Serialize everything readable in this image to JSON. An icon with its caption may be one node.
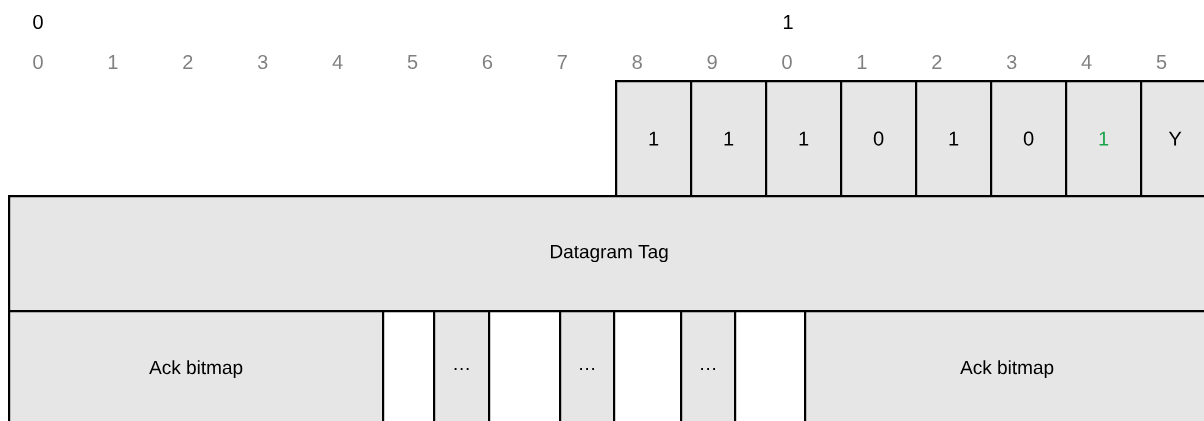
{
  "diagram": {
    "nodes": [
      {
        "text": [
          "1"
        ]
      },
      {
        "text": [
          "1"
        ]
      },
      {
        "text": [
          "1"
        ]
      },
      {
        "text": [
          "0"
        ]
      },
      {
        "text": [
          "1"
        ]
      },
      {
        "text": [
          "0"
        ]
      },
      {
        "text": [
          "1"
        ]
      },
      {
        "text": [
          "Y"
        ]
      },
      {
        "text": [
          "Datagram Tag"
        ]
      },
      {
        "text": [
          "Ack bitmap"
        ]
      },
      {
        "text": [],
        "shape": "box"
      },
      {
        "text": [
          "…"
        ]
      },
      {
        "text": [],
        "shape": "box"
      },
      {
        "text": [
          "…"
        ]
      },
      {
        "text": [],
        "shape": "box"
      },
      {
        "text": [
          "…"
        ]
      },
      {
        "text": [],
        "shape": "box"
      },
      {
        "text": [
          "Ack bitmap"
        ]
      }
    ],
    "labels": [
      "0",
      "1",
      "0",
      "1",
      "2",
      "3",
      "4",
      "5",
      "6",
      "7",
      "8",
      "9",
      "0",
      "1",
      "2",
      "3",
      "4",
      "5"
    ]
  }
}
